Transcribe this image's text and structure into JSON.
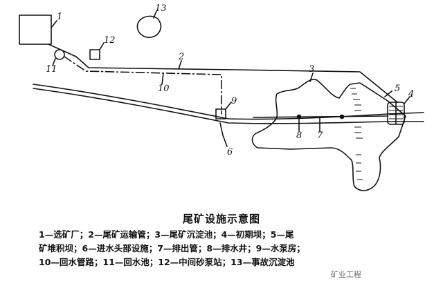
{
  "diagram": {
    "labels": {
      "n1": "1",
      "n2": "2",
      "n3": "3",
      "n4": "4",
      "n5": "5",
      "n6": "6",
      "n7": "7",
      "n8": "8",
      "n9": "9",
      "n10": "10",
      "n11": "11",
      "n12": "12",
      "n13": "13"
    }
  },
  "caption": {
    "title": "尾矿设施示意图",
    "legend_lines": [
      "1—选矿厂；2—尾矿运输管；3—尾矿沉淀池；4—初期坝；5—尾",
      "矿堆积坝；6—进水头部设施；7—排出管；8—排水井；9—水泵房；",
      "10—回水管路；11—回水池；12—中间砂泵站；13—事故沉淀池"
    ]
  },
  "watermark": {
    "text": "矿业工程"
  }
}
